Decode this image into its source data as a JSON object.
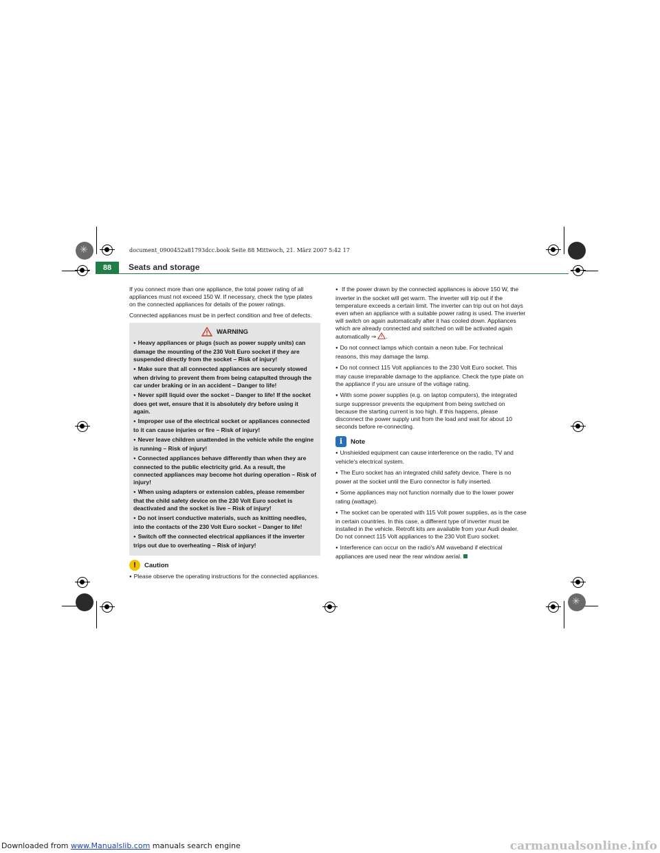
{
  "header": {
    "file_meta": "document_0900452a81793dcc.book  Seite 88  Mittwoch, 21. März 2007  5:42 17",
    "page_number": "88",
    "section_title": "Seats and storage"
  },
  "left": {
    "intro": [
      "If you connect more than one appliance, the total power rating of all appliances must not exceed 150 W. If necessary, check the type plates on the connected appliances for details of the power ratings.",
      "Connected appliances must be in perfect condition and free of defects."
    ],
    "warning_title": "WARNING",
    "warnings": [
      "Heavy appliances or plugs (such as power supply units) can damage the mounting of the 230 Volt Euro socket if they are suspended directly from the socket – Risk of injury!",
      "Make sure that all connected appliances are securely stowed when driving to prevent them from being catapulted through the car under braking or in an accident – Danger to life!",
      "Never spill liquid over the socket – Danger to life! If the socket does get wet, ensure that it is absolutely dry before using it again.",
      "Improper use of the electrical socket or appliances connected to it can cause injuries or fire – Risk of injury!",
      "Never leave children unattended in the vehicle while the engine is running – Risk of injury!",
      "Connected appliances behave differently than when they are connected to the public electricity grid. As a result, the connected appliances may become hot during operation – Risk of injury!",
      "When using adapters or extension cables, please remember that the child safety device on the 230 Volt Euro socket is deactivated and the socket is live – Risk of injury!",
      "Do not insert conductive materials, such as knitting needles, into the contacts of the 230 Volt Euro socket – Danger to life!",
      "Switch off the connected electrical appliances if the inverter trips out due to overheating – Risk of injury!"
    ],
    "caution_title": "Caution",
    "caution_items": [
      "Please observe the operating instructions for the connected appliances."
    ]
  },
  "right": {
    "bullets": [
      "If the power drawn by the connected appliances is above 150 W, the inverter in the socket will get warm. The inverter will trip out if the temperature exceeds a certain limit. The inverter can trip out on hot days even when an appliance with a suitable power rating is used. The inverter will switch on again automatically after it has cooled down. Appliances which are already connected and switched on will be activated again automatically ⇒",
      "Do not connect lamps which contain a neon tube. For technical reasons, this may damage the lamp.",
      "Do not connect 115 Volt appliances to the 230 Volt Euro socket. This may cause irreparable damage to the appliance. Check the type plate on the appliance if you are unsure of the voltage rating.",
      "With some power supplies (e.g. on laptop computers), the integrated surge suppressor prevents the equipment from being switched on because the starting current is too high. If this happens, please disconnect the power supply unit from the load and wait for about 10 seconds before re-connecting."
    ],
    "note_title": "Note",
    "notes": [
      "Unshielded equipment can cause interference on the radio, TV and vehicle's electrical system.",
      "The Euro socket has an integrated child safety device. There is no power at the socket until the Euro connector is fully inserted.",
      "Some appliances may not function normally due to the lower power rating (wattage).",
      "The socket can be operated with 115 Volt power supplies, as is the case in certain countries. In this case, a different type of inverter must be installed in the vehicle. Retrofit kits are available from your Audi dealer. Do not connect 115 Volt appliances to the 230 Volt Euro socket.",
      "Interference can occur on the radio's AM waveband if electrical appliances are used near the rear window aerial."
    ]
  },
  "footer": {
    "prefix": "Downloaded from ",
    "link_text": "www.Manualslib.com",
    "suffix": " manuals search engine",
    "watermark": "carmanualsonline.info"
  }
}
